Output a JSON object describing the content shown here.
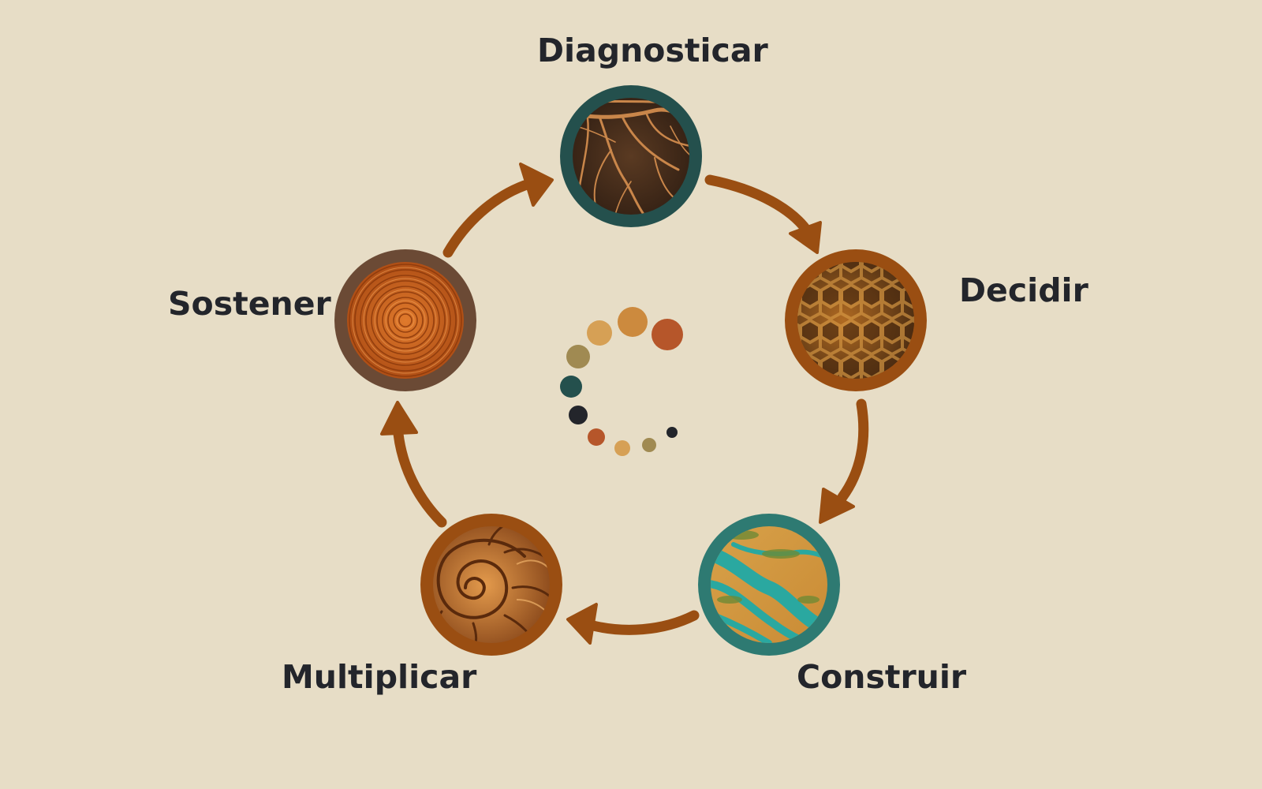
{
  "diagram": {
    "stages": [
      {
        "id": "diagnosticar",
        "label": "Diagnosticar",
        "image": "roots-in-soil",
        "ring_color": "#24504d"
      },
      {
        "id": "decidir",
        "label": "Decidir",
        "image": "honeycomb",
        "ring_color": "#9a4e12"
      },
      {
        "id": "construir",
        "label": "Construir",
        "image": "braided-river-aerial",
        "ring_color": "#2e7a72"
      },
      {
        "id": "multiplicar",
        "label": "Multiplicar",
        "image": "nautilus-shell",
        "ring_color": "#9a4e12"
      },
      {
        "id": "sostener",
        "label": "Sostener",
        "image": "tree-rings",
        "ring_color": "#6b4a35"
      }
    ],
    "arrow_color": "#9a4e12",
    "center_dots_colors": [
      "#b6562a",
      "#cc8a3e",
      "#d6a055",
      "#a08a52",
      "#24504d",
      "#23252b",
      "#b6562a",
      "#d6a055",
      "#a08a52",
      "#23252b"
    ]
  }
}
